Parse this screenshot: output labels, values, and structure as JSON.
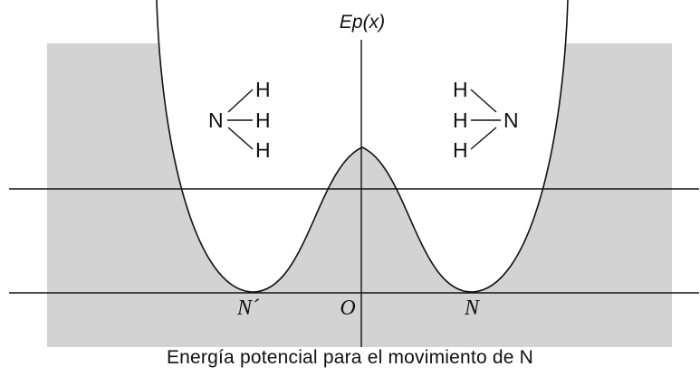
{
  "diagram": {
    "y_axis_label": "Ep(x)",
    "point_labels": {
      "left_min": "N´",
      "origin": "O",
      "right_min": "N"
    },
    "molecule_left": {
      "n": "N",
      "h_top": "H",
      "h_mid": "H",
      "h_bot": "H"
    },
    "molecule_right": {
      "n": "N",
      "h_top": "H",
      "h_mid": "H",
      "h_bot": "H"
    },
    "caption": "Energía potencial para el movimiento de N",
    "colors": {
      "forbidden_region": "#d3d3d3",
      "allowed_region": "#ffffff",
      "lines": "#111111"
    }
  }
}
